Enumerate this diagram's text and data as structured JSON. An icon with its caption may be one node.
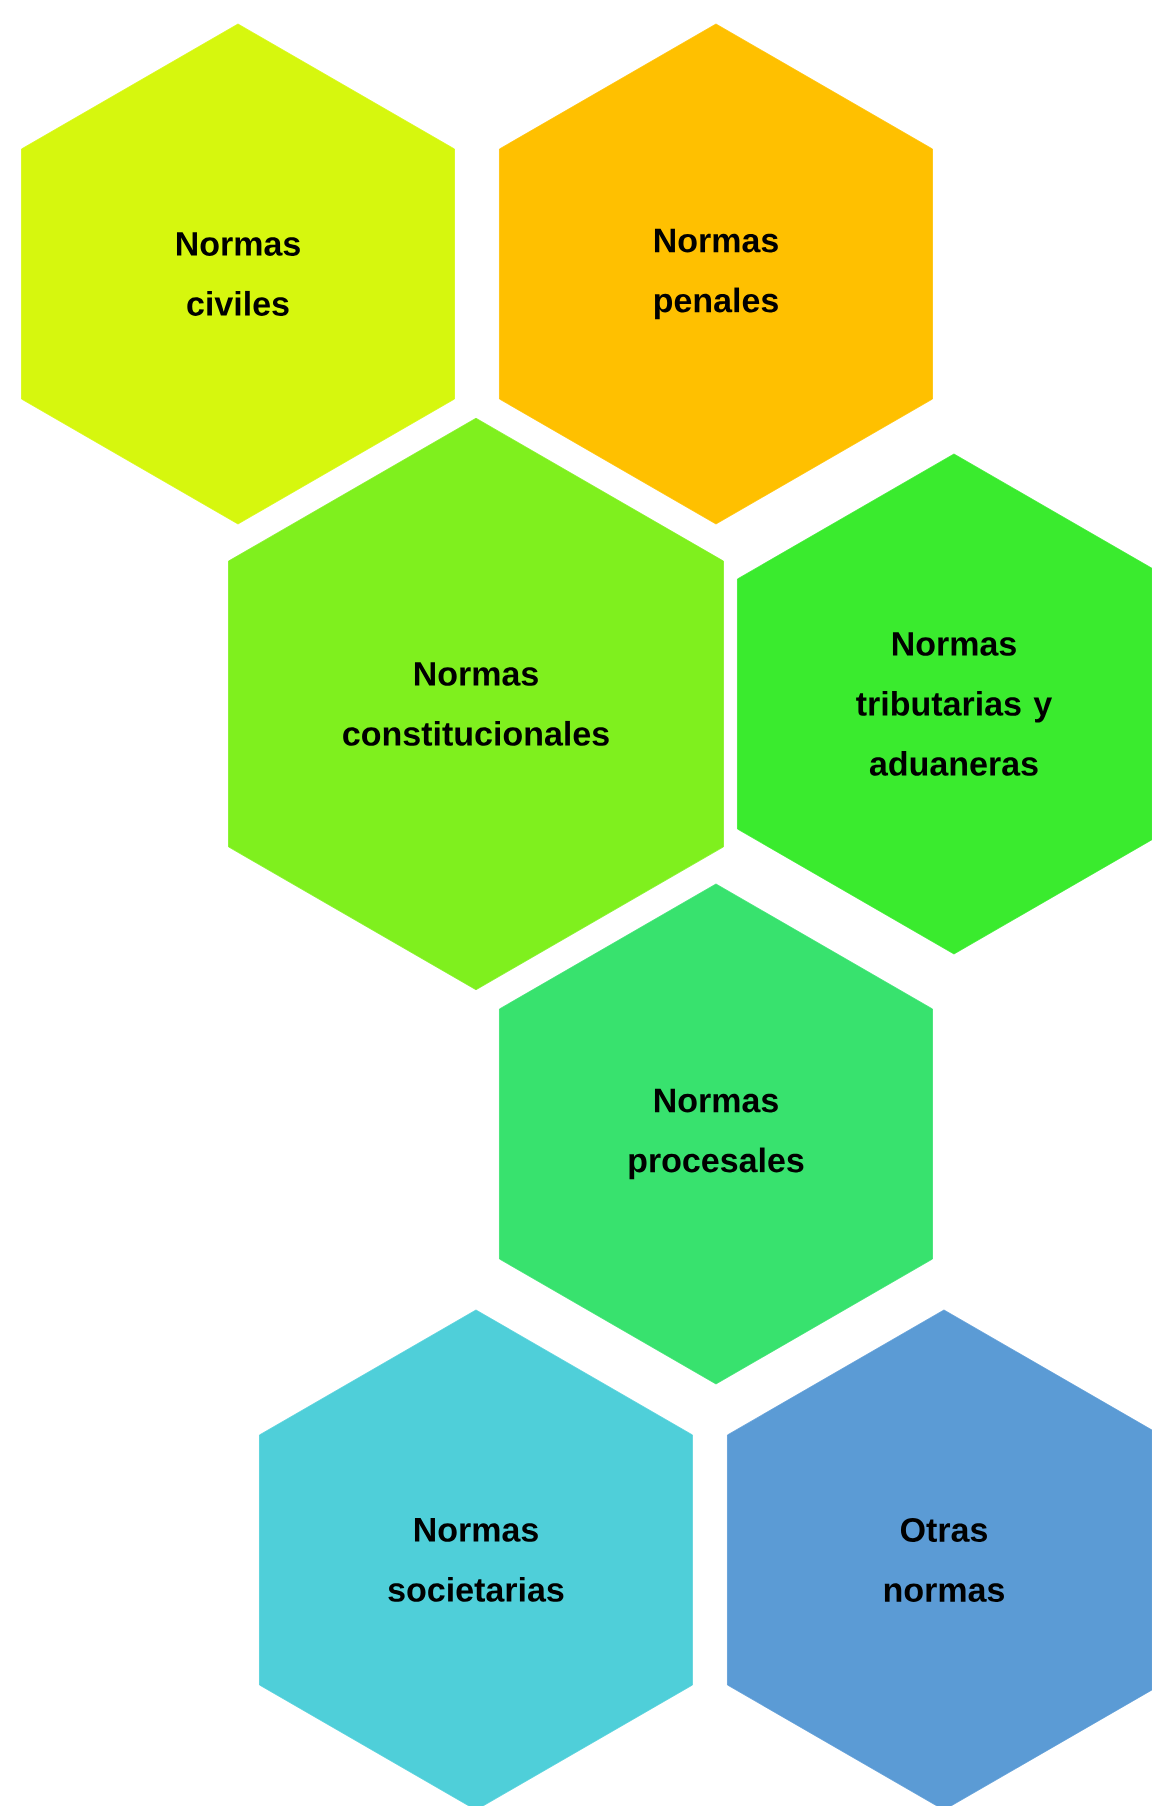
{
  "diagram": {
    "nodes": [
      {
        "text": [
          "Normas civiles"
        ]
      },
      {
        "text": [
          "Normas penales"
        ]
      },
      {
        "text": [
          "Normas constitucionales"
        ]
      },
      {
        "text": [
          "Normas tributarias y aduaneras"
        ]
      },
      {
        "text": [
          "Normas procesales"
        ]
      },
      {
        "text": [
          "Normas societarias"
        ]
      },
      {
        "text": [
          "Otras normas"
        ]
      }
    ]
  }
}
